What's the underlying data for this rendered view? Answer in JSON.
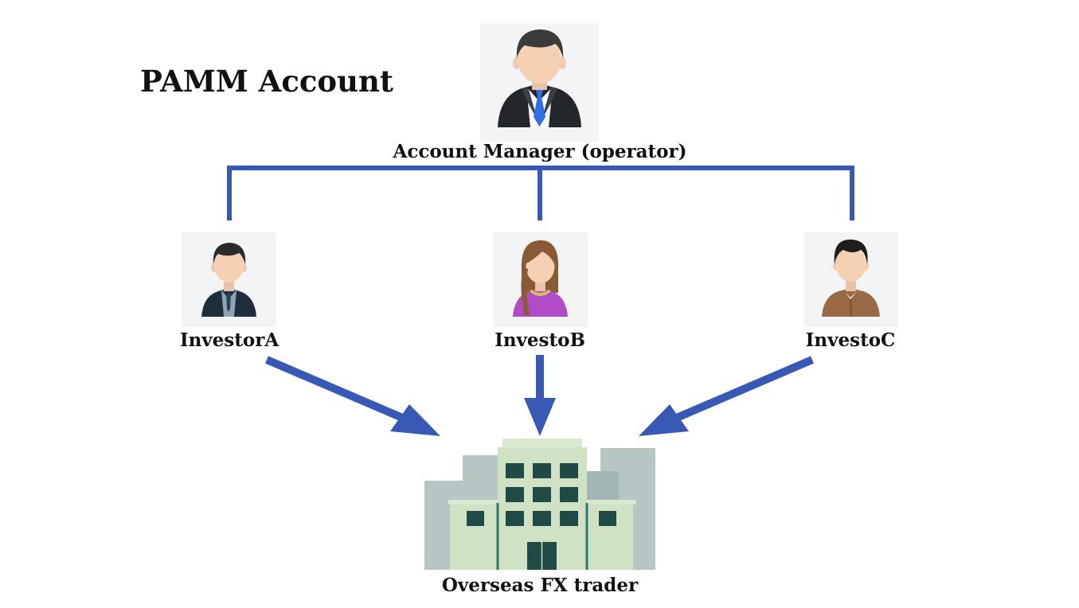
{
  "title": "PAMM Account",
  "manager": {
    "label": "Account Manager (operator)"
  },
  "investors": [
    {
      "label": "InvestorA"
    },
    {
      "label": "InvestoB"
    },
    {
      "label": "InvestoC"
    }
  ],
  "trader": {
    "label": "Overseas FX trader"
  },
  "colors": {
    "connector": "#3759b5",
    "avatar_bg": "#f3f4f6",
    "building_main": "#cfe3c4",
    "building_window": "#1f4a45",
    "building_bg": "#b6c6c5"
  }
}
